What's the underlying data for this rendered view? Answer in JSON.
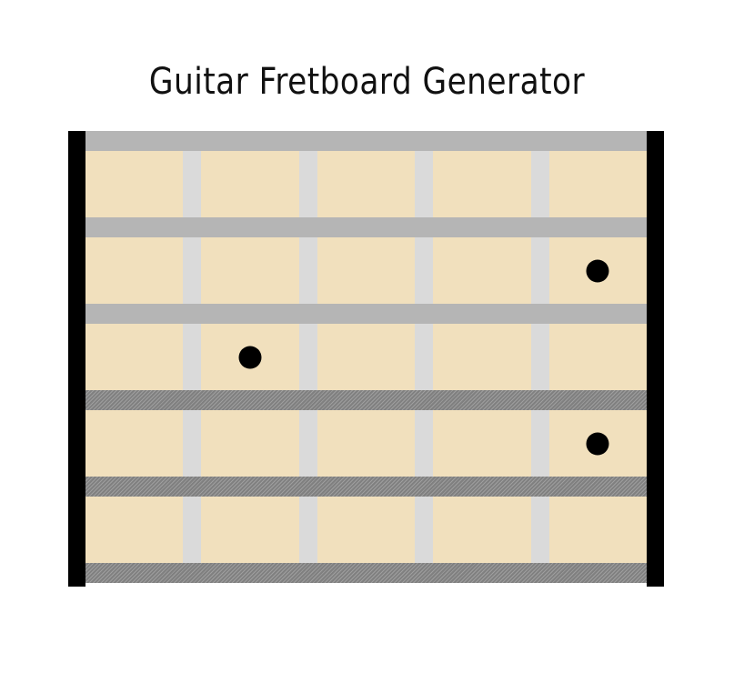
{
  "title": "Guitar Fretboard Generator",
  "fretboard": {
    "frets_shown": 5,
    "string_count": 6,
    "strings": [
      {
        "type": "plain"
      },
      {
        "type": "plain"
      },
      {
        "type": "plain"
      },
      {
        "type": "wound"
      },
      {
        "type": "wound"
      },
      {
        "type": "wound"
      }
    ],
    "dots": [
      {
        "string": 2,
        "fret": 5
      },
      {
        "string": 3,
        "fret": 2
      },
      {
        "string": 4,
        "fret": 5
      }
    ],
    "colors": {
      "wood": "#f1e0bd",
      "fret_wire": "#dadada",
      "plain_string": "#b5b5b5",
      "wound_string": "#8e8e8e",
      "nut": "#000000",
      "dot": "#000000"
    }
  }
}
